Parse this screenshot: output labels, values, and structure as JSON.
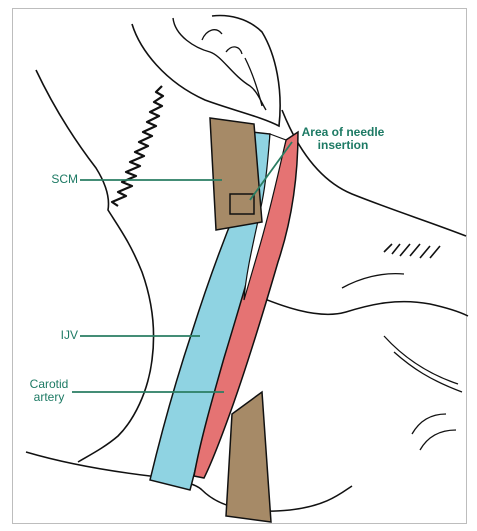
{
  "labels": {
    "scm": "SCM",
    "ijv": "IJV",
    "carotid_line1": "Carotid",
    "carotid_line2": "artery",
    "needle_line1": "Area of needle",
    "needle_line2": "insertion"
  },
  "colors": {
    "label_text": "#1d7a64",
    "leader_line": "#2a7d62",
    "muscle": "#a68a67",
    "vein": "#8fd3e2",
    "artery": "#e57373",
    "outline": "#111111",
    "frame": "#bdbdbd"
  }
}
